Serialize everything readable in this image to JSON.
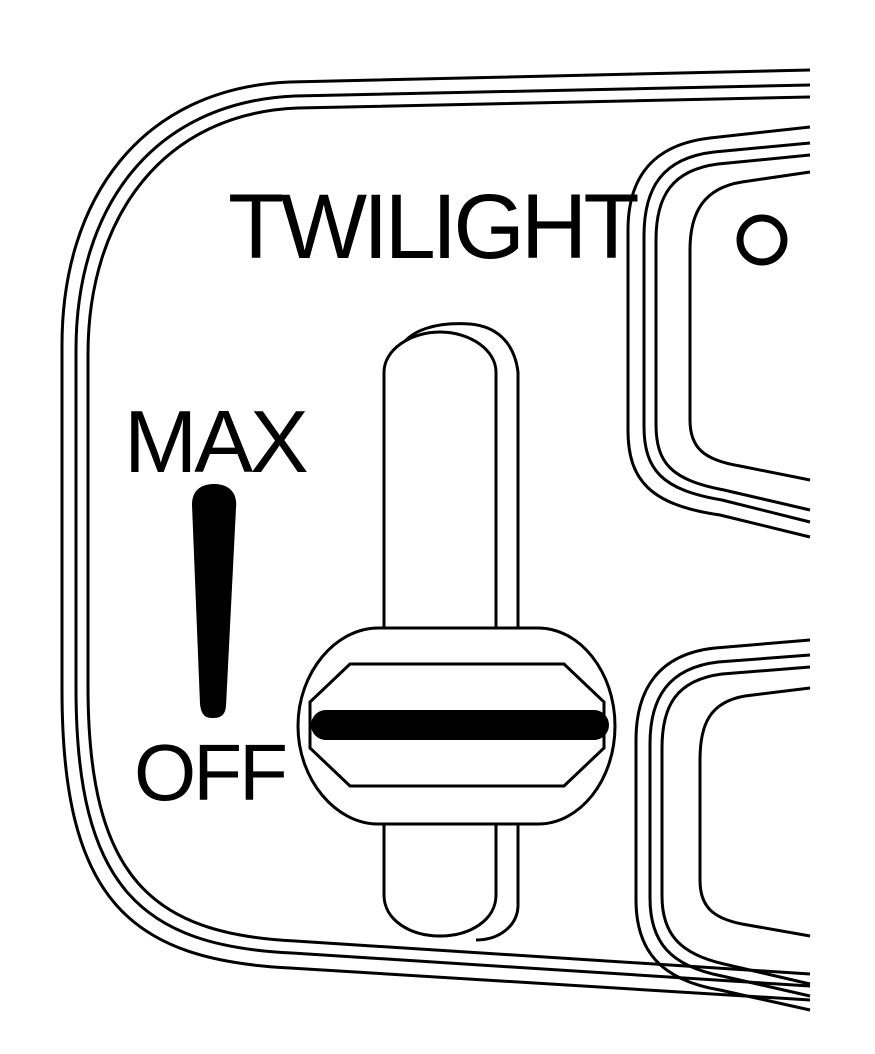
{
  "labels": {
    "twilight": "TWILIGHT",
    "max": "MAX",
    "off": "OFF"
  },
  "control": {
    "name": "twilight-sentinel-slider",
    "setting_range": [
      "OFF",
      "MAX"
    ],
    "current_level": 0.0
  },
  "colors": {
    "ink": "#000000",
    "paper": "#ffffff"
  }
}
